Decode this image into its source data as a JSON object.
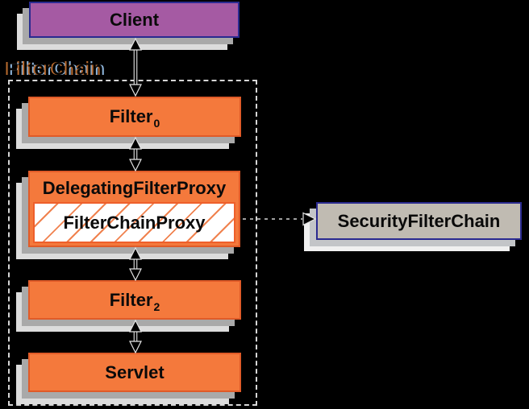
{
  "colors": {
    "background": "#000000",
    "orange_fill": "#f4793c",
    "orange_border": "#e05b28",
    "purple_fill": "#a55aa3",
    "navy_border": "#2a2a90",
    "taupe_fill": "#c0bbb2",
    "hatch_line": "#f0824f",
    "hatch_border": "#ee5f2b",
    "shadow_near": "#a9a9a9",
    "shadow_far": "#dcdcdc",
    "sfc_shadow_near": "#c3c5c8",
    "sfc_shadow_far": "#f0f0f0",
    "dash_border": "#d6d6d6",
    "arrow_outline": "#e3e3e3",
    "fringe_left": "#b96b2e",
    "fringe_right": "#8fb6dc"
  },
  "group": {
    "label": "FilterChain"
  },
  "nodes": {
    "client": {
      "label": "Client"
    },
    "filter0": {
      "label": "Filter",
      "subscript": "0"
    },
    "delegating_filter_proxy": {
      "label": "DelegatingFilterProxy"
    },
    "filter_chain_proxy": {
      "label": "FilterChainProxy"
    },
    "filter2": {
      "label": "Filter",
      "subscript": "2"
    },
    "servlet": {
      "label": "Servlet"
    },
    "security_filter_chain": {
      "label": "SecurityFilterChain"
    }
  }
}
